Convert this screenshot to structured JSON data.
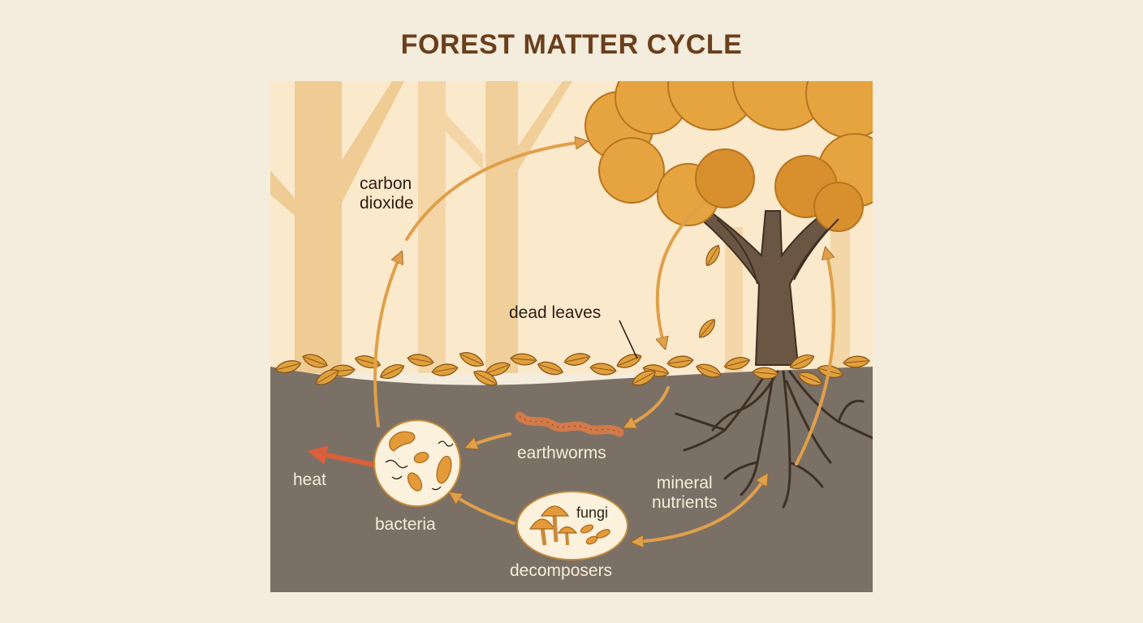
{
  "title": "FOREST MATTER CYCLE",
  "labels": {
    "carbon_dioxide": [
      "carbon",
      "dioxide"
    ],
    "dead_leaves": "dead leaves",
    "earthworms": "earthworms",
    "heat": "heat",
    "bacteria": "bacteria",
    "fungi": "fungi",
    "decomposers": "decomposers",
    "mineral_nutrients": [
      "mineral",
      "nutrients"
    ]
  },
  "colors": {
    "background": "#f4ecdc",
    "title": "#6a3f1c",
    "sky": "#fbe9cc",
    "soil": "#7b7066",
    "arrow": "#e0a04a",
    "heat_arrow": "#d9603a",
    "foliage": "#e5a440",
    "trunk": "#6b5644"
  }
}
